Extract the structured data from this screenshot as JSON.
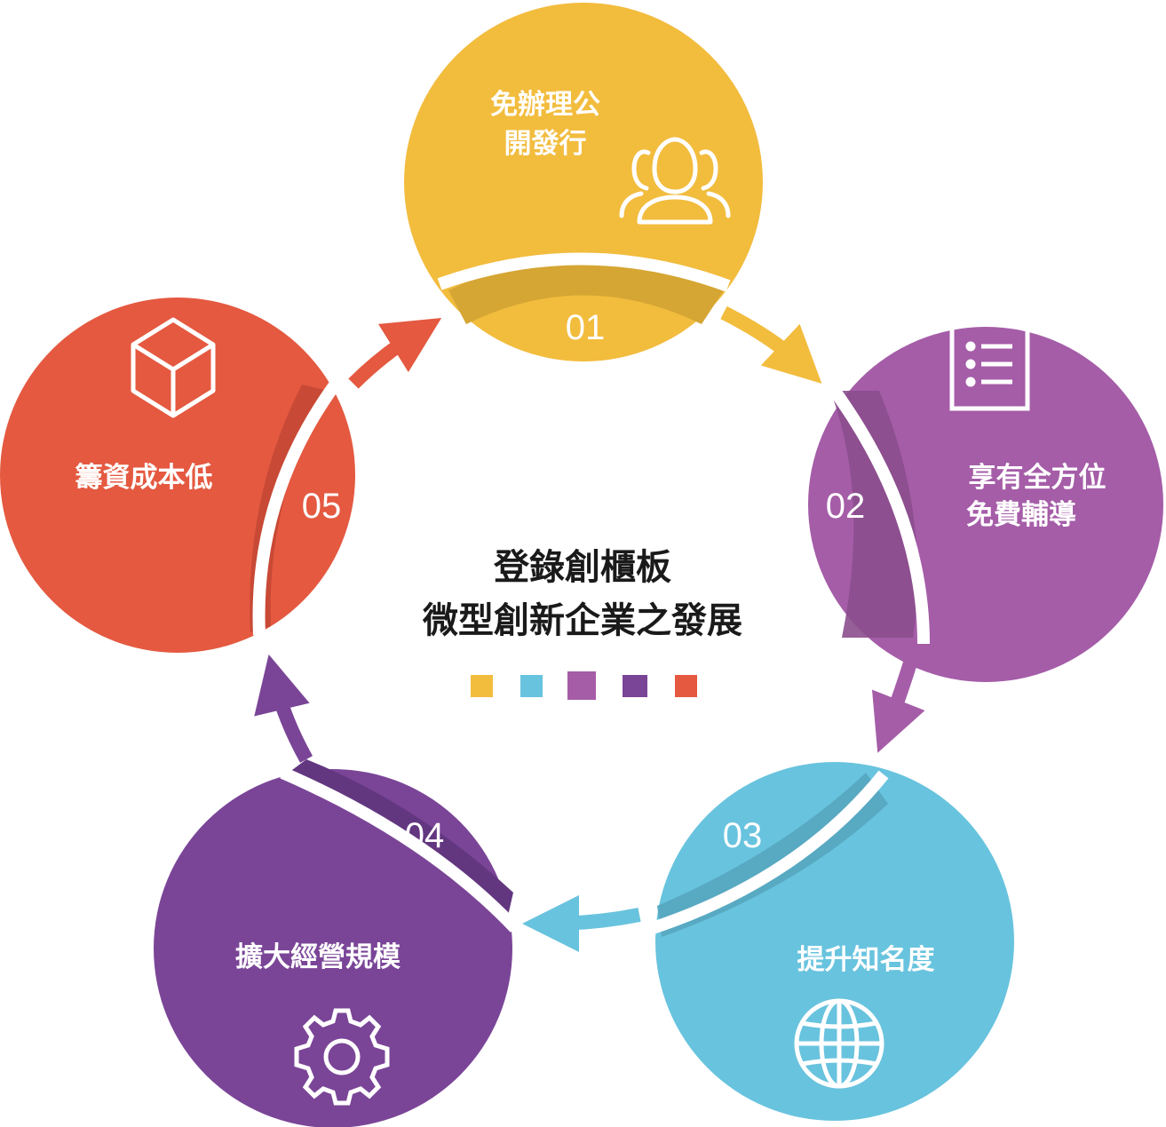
{
  "title": {
    "line1": "登錄創櫃板",
    "line2": "微型創新企業之發展"
  },
  "steps": [
    {
      "number": "01",
      "line1": "免辦理公",
      "line2": "開發行",
      "icon": "users-icon",
      "color": "#F2BC3D",
      "band": "#D5A634"
    },
    {
      "number": "02",
      "line1": "享有全方位",
      "line2": "免費輔導",
      "icon": "document-list-icon",
      "color": "#A55DA8",
      "band": "#8B4E8C"
    },
    {
      "number": "03",
      "line1": "提升知名度",
      "line2": "",
      "icon": "globe-icon",
      "color": "#68C3DE",
      "band": "#58A9C2"
    },
    {
      "number": "04",
      "line1": "擴大經營規模",
      "line2": "",
      "icon": "gear-icon",
      "color": "#7A4597",
      "band": "#633780"
    },
    {
      "number": "05",
      "line1": "籌資成本低",
      "line2": "",
      "icon": "cube-icon",
      "color": "#E45940",
      "band": "#C84935"
    }
  ],
  "legend_colors": [
    "#F2BC3D",
    "#68C3DE",
    "#A55DA8",
    "#7A4597",
    "#E45940"
  ]
}
